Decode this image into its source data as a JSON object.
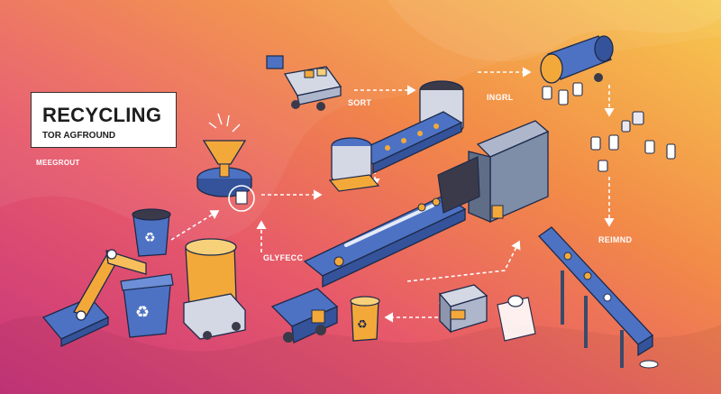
{
  "title": "RECYCLING",
  "subtitle": "TOR AGFROUND",
  "labels": {
    "side_caption": "MEEGROUT",
    "sort": "SORT",
    "ingrl": "INGRL",
    "reimnd": "REIMND",
    "glyfecc": "GLYFECC"
  },
  "colors": {
    "background_start": "#d8427c",
    "background_end": "#f7c24e",
    "machine_blue": "#4d72c4",
    "machine_grey": "#7f8ea8",
    "accent_orange": "#f3a93a",
    "title_text": "#1d1d1d"
  }
}
